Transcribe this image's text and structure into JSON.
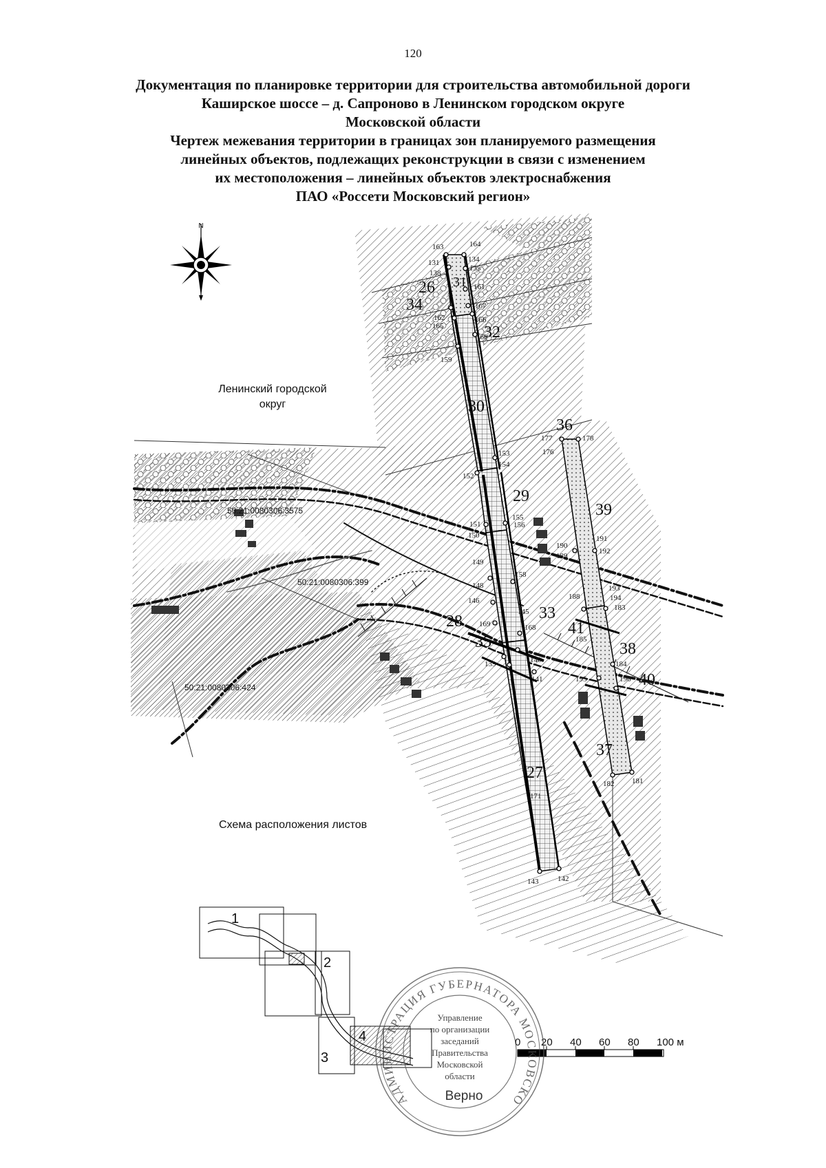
{
  "page_number": "120",
  "title_lines": [
    "Документация по планировке территории для строительства автомобильной дороги",
    "Каширское шоссе – д. Сапроново в Ленинском городском округе",
    "Московской области",
    "Чертеж межевания территории в границах зон планируемого размещения",
    "линейных объектов, подлежащих реконструкции в связи с изменением",
    "их местоположения – линейных объектов электроснабжения",
    "ПАО «Россети Московский регион»"
  ],
  "compass": {
    "north_label": "N"
  },
  "map": {
    "district_label": [
      "Ленинский городской",
      "округ"
    ],
    "parcels": [
      "50:21:0080306:3575",
      "50:21:0080306:399",
      "50:21:0080306:424"
    ],
    "zone_numbers": {
      "z26": "26",
      "z31": "31",
      "z34": "34",
      "z32": "32",
      "z30": "30",
      "z36": "36",
      "z29": "29",
      "z39": "39",
      "z28": "28",
      "z33": "33",
      "z41": "41",
      "z35": "35",
      "z38": "38",
      "z40": "40",
      "z37": "37",
      "z27": "27"
    },
    "point_labels": {
      "p163": "163",
      "p164": "164",
      "p131": "131",
      "p134": "134",
      "p138": "138",
      "p135": "135",
      "p161": "161",
      "p162": "162",
      "p167": "167",
      "p165": "165",
      "p166": "166",
      "p160": "160",
      "p159": "159",
      "p177": "177",
      "p178": "178",
      "p176": "176",
      "p153": "153",
      "p154": "154",
      "p152": "152",
      "p151": "151",
      "p150": "150",
      "p155": "155",
      "p156": "156",
      "p190": "190",
      "p189": "189",
      "p191": "191",
      "p192": "192",
      "p149": "149",
      "p158": "158",
      "p148": "148",
      "p193": "193",
      "p194": "194",
      "p188": "188",
      "p183": "183",
      "p146": "146",
      "p145": "145",
      "p169": "169",
      "p168": "168",
      "p185": "185",
      "p139": "139",
      "p140": "140",
      "p184": "184",
      "p141": "141",
      "p195": "195",
      "p196": "196",
      "p182": "182",
      "p181": "181",
      "p143": "143",
      "p142": "142",
      "p171": "171"
    }
  },
  "sheet_scheme": {
    "title": "Схема расположения листов",
    "sheets": [
      "1",
      "2",
      "3",
      "4"
    ]
  },
  "scale_bar": {
    "ticks": [
      "0",
      "20",
      "40",
      "60",
      "80",
      "100 м"
    ]
  },
  "stamp": {
    "ring_text": "АДМИНИСТРАЦИЯ ГУБЕРНАТОРА МОСКОВСКОЙ ОБЛАСТИ",
    "center_lines": [
      "Управление",
      "по организации",
      "заседаний",
      "Правительства",
      "Московской",
      "области"
    ],
    "verified": "Верно"
  }
}
